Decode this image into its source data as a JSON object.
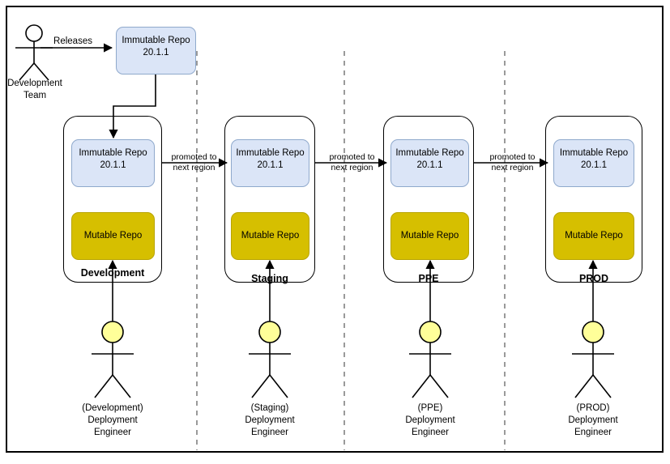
{
  "diagram": {
    "title": "Immutable repository promotion across regions",
    "colors": {
      "immutable_fill": "#dbe5f7",
      "immutable_stroke": "#8fa9cc",
      "mutable_fill": "#d6bf00",
      "mutable_stroke": "#b8a400",
      "actor_head_fill": "#ffff99",
      "line": "#000000",
      "separator": "#999999",
      "frame": "#000000"
    },
    "source_actor": {
      "name": "development-team",
      "label": "Development\nTeam"
    },
    "source_edge": {
      "label": "Releases"
    },
    "release_repo": {
      "name": "release-immutable-repo",
      "line1": "Immutable Repo",
      "line2": "20.1.1"
    },
    "promotion_edge_label": "promoted to\nnext region",
    "regions": [
      {
        "id": "development",
        "label": "Development",
        "immutable": {
          "line1": "Immutable Repo",
          "line2": "20.1.1"
        },
        "mutable": {
          "label": "Mutable Repo"
        },
        "engineer": {
          "label": "(Development)\nDeployment\nEngineer"
        }
      },
      {
        "id": "staging",
        "label": "Staging",
        "immutable": {
          "line1": "Immutable Repo",
          "line2": "20.1.1"
        },
        "mutable": {
          "label": "Mutable Repo"
        },
        "engineer": {
          "label": "(Staging)\nDeployment\nEngineer"
        }
      },
      {
        "id": "ppe",
        "label": "PPE",
        "immutable": {
          "line1": "Immutable Repo",
          "line2": "20.1.1"
        },
        "mutable": {
          "label": "Mutable Repo"
        },
        "engineer": {
          "label": "(PPE)\nDeployment\nEngineer"
        }
      },
      {
        "id": "prod",
        "label": "PROD",
        "immutable": {
          "line1": "Immutable Repo",
          "line2": "20.1.1"
        },
        "mutable": {
          "label": "Mutable Repo"
        },
        "engineer": {
          "label": "(PROD)\nDeployment\nEngineer"
        }
      }
    ]
  }
}
